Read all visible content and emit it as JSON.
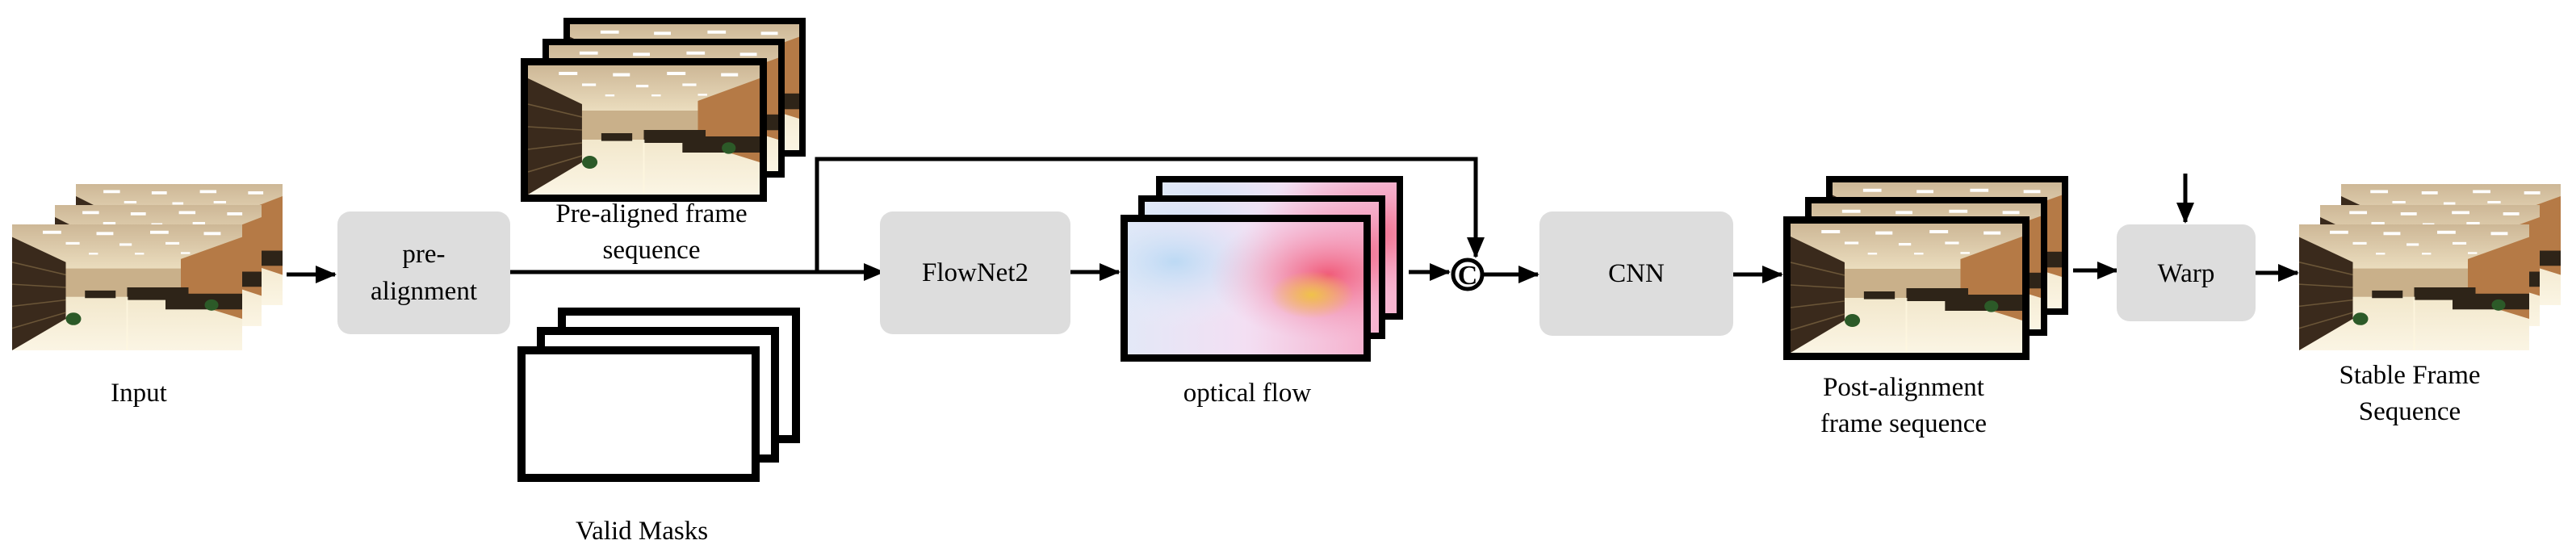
{
  "labels": {
    "input": "Input",
    "pre_aligned_1": "Pre-aligned frame",
    "pre_aligned_2": "sequence",
    "valid_masks": "Valid Masks",
    "optical_flow": "optical flow",
    "post_alignment_1": "Post-alignment",
    "post_alignment_2": "frame sequence",
    "stable_1": "Stable Frame",
    "stable_2": "Sequence"
  },
  "blocks": {
    "pre_alignment_1": "pre-",
    "pre_alignment_2": "alignment",
    "flownet": "FlowNet2",
    "cnn": "CNN",
    "warp": "Warp"
  },
  "concat_symbol": "C",
  "colors": {
    "block_fill": "#dddddd",
    "line": "#000000"
  }
}
